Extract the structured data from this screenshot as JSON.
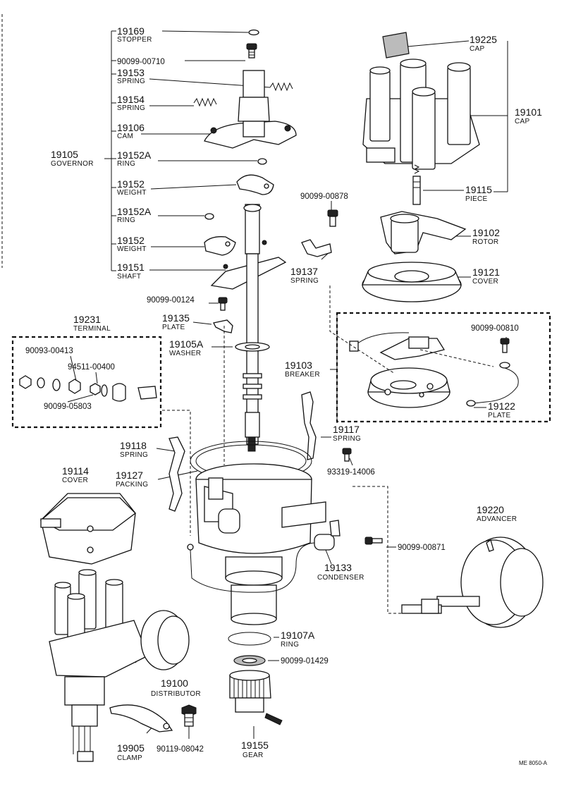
{
  "labels": {
    "p19169": {
      "num": "19169",
      "name": "STOPPER"
    },
    "p900990710": {
      "num": "90099-00710"
    },
    "p19153": {
      "num": "19153",
      "name": "SPRING"
    },
    "p19154": {
      "num": "19154",
      "name": "SPRING"
    },
    "p19106": {
      "num": "19106",
      "name": "CAM"
    },
    "p19105": {
      "num": "19105",
      "name": "GOVERNOR"
    },
    "p19152a1": {
      "num": "19152A",
      "name": "RING"
    },
    "p19152_1": {
      "num": "19152",
      "name": "WEIGHT"
    },
    "p19152a2": {
      "num": "19152A",
      "name": "RING"
    },
    "p19152_2": {
      "num": "19152",
      "name": "WEIGHT"
    },
    "p19151": {
      "num": "19151",
      "name": "SHAFT"
    },
    "p900990124": {
      "num": "90099-00124"
    },
    "p19135": {
      "num": "19135",
      "name": "PLATE"
    },
    "p19105a": {
      "num": "19105A",
      "name": "WASHER"
    },
    "p19231": {
      "num": "19231",
      "name": "TERMINAL"
    },
    "p900930413": {
      "num": "90093-00413"
    },
    "p945110400": {
      "num": "94511-00400"
    },
    "p900995803": {
      "num": "90099-05803"
    },
    "p19225": {
      "num": "19225",
      "name": "CAP"
    },
    "p19101": {
      "num": "19101",
      "name": "CAP"
    },
    "p19115": {
      "num": "19115",
      "name": "PIECE"
    },
    "p900990878": {
      "num": "90099-00878"
    },
    "p19102": {
      "num": "19102",
      "name": "ROTOR"
    },
    "p19137": {
      "num": "19137",
      "name": "SPRING"
    },
    "p19121": {
      "num": "19121",
      "name": "COVER"
    },
    "p900990810": {
      "num": "90099-00810"
    },
    "p19103": {
      "num": "19103",
      "name": "BREAKER"
    },
    "p19122": {
      "num": "19122",
      "name": "PLATE"
    },
    "p19117": {
      "num": "19117",
      "name": "SPRING"
    },
    "p933194006": {
      "num": "93319-14006"
    },
    "p19118": {
      "num": "19118",
      "name": "SPRING"
    },
    "p19127": {
      "num": "19127",
      "name": "PACKING"
    },
    "p19114": {
      "num": "19114",
      "name": "COVER"
    },
    "p19220": {
      "num": "19220",
      "name": "ADVANCER"
    },
    "p900990871": {
      "num": "90099-00871"
    },
    "p19133": {
      "num": "19133",
      "name": "CONDENSER"
    },
    "p19107a": {
      "num": "19107A",
      "name": "RING"
    },
    "p900991429": {
      "num": "90099-01429"
    },
    "p19100": {
      "num": "19100",
      "name": "DISTRIBUTOR"
    },
    "p19905": {
      "num": "19905",
      "name": "CLAMP"
    },
    "p901190804": {
      "num": "90119-08042"
    },
    "p19155": {
      "num": "19155",
      "name": "GEAR"
    }
  },
  "footer": {
    "code": "ME 8050-A"
  }
}
